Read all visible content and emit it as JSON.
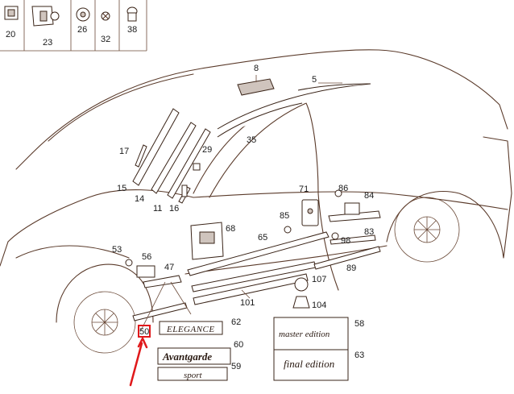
{
  "header_parts": [
    "20",
    "23",
    "26",
    "32",
    "38"
  ],
  "callouts": {
    "p5": "5",
    "p8": "8",
    "p11": "11",
    "p14": "14",
    "p15": "15",
    "p16": "16",
    "p17": "17",
    "p29": "29",
    "p35": "35",
    "p47": "47",
    "p53": "53",
    "p56": "56",
    "p58": "58",
    "p59": "59",
    "p60": "60",
    "p62": "62",
    "p63": "63",
    "p65": "65",
    "p68": "68",
    "p71": "71",
    "p83": "83",
    "p84": "84",
    "p85": "85",
    "p86": "86",
    "p89": "89",
    "p98": "98",
    "p101": "101",
    "p104": "104",
    "p107": "107",
    "p50": "50"
  },
  "badges": {
    "elegance": "ELEGANCE",
    "avantgarde": "Avantgarde",
    "sport": "sport",
    "master_edition": "master edition",
    "final_edition": "final edition"
  },
  "colors": {
    "highlight": "#e0191b",
    "line": "#5a3a2a"
  }
}
